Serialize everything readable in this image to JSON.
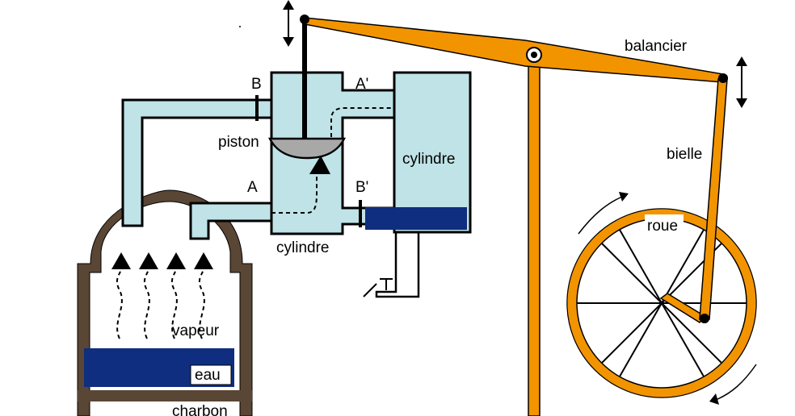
{
  "labels": {
    "balancier": "balancier",
    "bielle": "bielle",
    "roue": "roue",
    "piston": "piston",
    "cylindre_left": "cylindre",
    "cylindre_right": "cylindre",
    "valve_B": "B",
    "valve_A_prime": "A'",
    "valve_A": "A",
    "valve_B_prime": "B'",
    "vapeur": "vapeur",
    "eau": "eau",
    "charbon": "charbon"
  },
  "colors": {
    "orange": "#F29400",
    "light_blue": "#BFE3E6",
    "dark_blue": "#0F2E7F",
    "brown": "#5A4635",
    "gray_piston": "#A8A8A8",
    "black": "#000000"
  }
}
